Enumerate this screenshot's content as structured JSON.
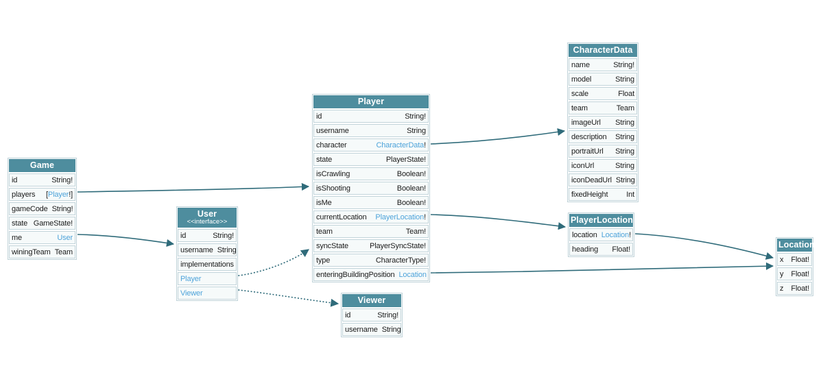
{
  "diagram": {
    "colors": {
      "header": "#4e8d9e",
      "type_link": "#4da3da",
      "edge": "#2f6b7a",
      "row_bg": "#f6fafa"
    },
    "tables": [
      {
        "id": "game",
        "title": "Game",
        "fields": [
          {
            "name": "id",
            "type": "String!"
          },
          {
            "name": "players",
            "type": "[Player!]",
            "link": "Player"
          },
          {
            "name": "gameCode",
            "type": "String!"
          },
          {
            "name": "state",
            "type": "GameState!"
          },
          {
            "name": "me",
            "type": "User",
            "link": "User"
          },
          {
            "name": "winingTeam",
            "type": "Team"
          }
        ]
      },
      {
        "id": "user",
        "title": "User",
        "subtitle": "<<interface>>",
        "fields": [
          {
            "name": "id",
            "type": "String!"
          },
          {
            "name": "username",
            "type": "String"
          },
          {
            "name": "implementations",
            "kind": "section"
          },
          {
            "name": "Player",
            "kind": "link"
          },
          {
            "name": "Viewer",
            "kind": "link"
          }
        ]
      },
      {
        "id": "player",
        "title": "Player",
        "fields": [
          {
            "name": "id",
            "type": "String!"
          },
          {
            "name": "username",
            "type": "String"
          },
          {
            "name": "character",
            "type": "CharacterData!",
            "link": "CharacterData"
          },
          {
            "name": "state",
            "type": "PlayerState!"
          },
          {
            "name": "isCrawling",
            "type": "Boolean!"
          },
          {
            "name": "isShooting",
            "type": "Boolean!"
          },
          {
            "name": "isMe",
            "type": "Boolean!"
          },
          {
            "name": "currentLocation",
            "type": "PlayerLocation!",
            "link": "PlayerLocation"
          },
          {
            "name": "team",
            "type": "Team!"
          },
          {
            "name": "syncState",
            "type": "PlayerSyncState!"
          },
          {
            "name": "type",
            "type": "CharacterType!"
          },
          {
            "name": "enteringBuildingPosition",
            "type": "Location",
            "link": "Location"
          }
        ]
      },
      {
        "id": "viewer",
        "title": "Viewer",
        "fields": [
          {
            "name": "id",
            "type": "String!"
          },
          {
            "name": "username",
            "type": "String"
          }
        ]
      },
      {
        "id": "characterData",
        "title": "CharacterData",
        "fields": [
          {
            "name": "name",
            "type": "String!"
          },
          {
            "name": "model",
            "type": "String"
          },
          {
            "name": "scale",
            "type": "Float"
          },
          {
            "name": "team",
            "type": "Team"
          },
          {
            "name": "imageUrl",
            "type": "String"
          },
          {
            "name": "description",
            "type": "String"
          },
          {
            "name": "portraitUrl",
            "type": "String"
          },
          {
            "name": "iconUrl",
            "type": "String"
          },
          {
            "name": "iconDeadUrl",
            "type": "String"
          },
          {
            "name": "fixedHeight",
            "type": "Int"
          }
        ]
      },
      {
        "id": "playerLocation",
        "title": "PlayerLocation",
        "fields": [
          {
            "name": "location",
            "type": "Location!",
            "link": "Location"
          },
          {
            "name": "heading",
            "type": "Float!"
          }
        ]
      },
      {
        "id": "location",
        "title": "Location",
        "fields": [
          {
            "name": "x",
            "type": "Float!"
          },
          {
            "name": "y",
            "type": "Float!"
          },
          {
            "name": "z",
            "type": "Float!"
          }
        ]
      }
    ],
    "edges": [
      {
        "from": "Game.players",
        "to": "Player",
        "style": "solid"
      },
      {
        "from": "Game.me",
        "to": "User",
        "style": "solid"
      },
      {
        "from": "Player.character",
        "to": "CharacterData",
        "style": "solid"
      },
      {
        "from": "Player.currentLocation",
        "to": "PlayerLocation",
        "style": "solid"
      },
      {
        "from": "Player.enteringBuildingPosition",
        "to": "Location",
        "style": "solid"
      },
      {
        "from": "PlayerLocation.location",
        "to": "Location",
        "style": "solid"
      },
      {
        "from": "User.Player",
        "to": "Player",
        "style": "dotted"
      },
      {
        "from": "User.Viewer",
        "to": "Viewer",
        "style": "dotted"
      }
    ]
  }
}
